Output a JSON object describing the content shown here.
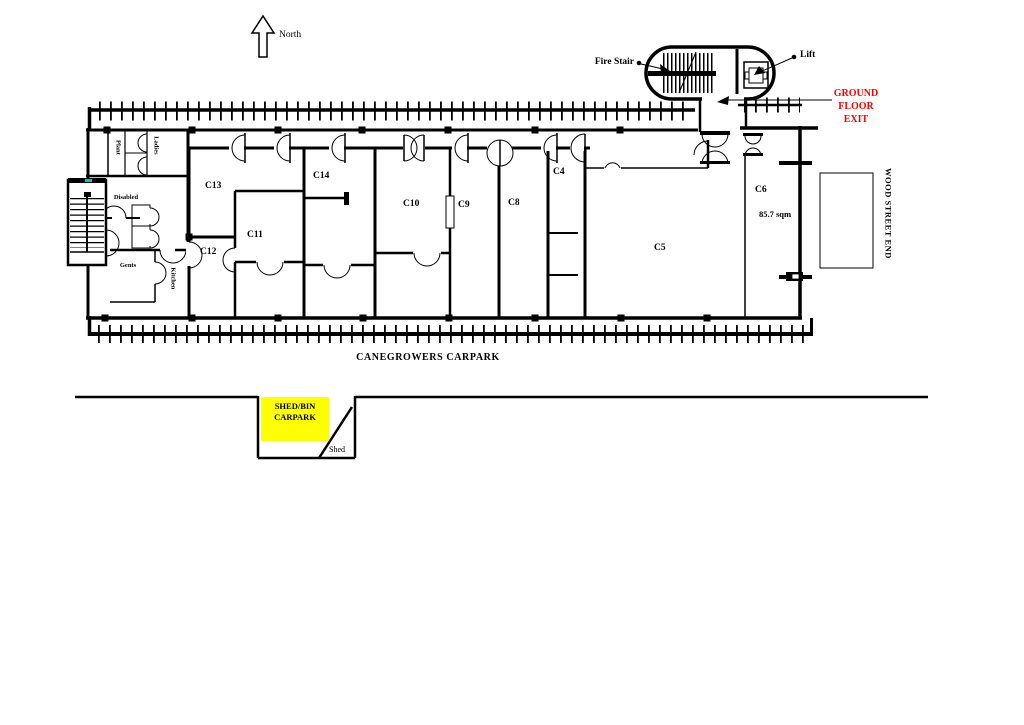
{
  "colors": {
    "exit_text": "#FF0000",
    "shed_carpark_bg": "#FFFF00",
    "plan_lines": "#000000",
    "stair_marker": "#00C8C8"
  },
  "compass": {
    "label": "North"
  },
  "stair_tower": {
    "fire_stair_label": "Fire Stair",
    "lift_label": "Lift"
  },
  "exit_sign": {
    "label": "GROUND\nFLOOR\nEXIT"
  },
  "rooms": {
    "c4": {
      "label": "C4"
    },
    "c5": {
      "label": "C5"
    },
    "c6": {
      "label": "C6",
      "area": "85.7 sqm"
    },
    "c8": {
      "label": "C8"
    },
    "c9": {
      "label": "C9"
    },
    "c10": {
      "label": "C10"
    },
    "c11": {
      "label": "C11"
    },
    "c12": {
      "label": "C12"
    },
    "c13": {
      "label": "C13"
    },
    "c14": {
      "label": "C14"
    }
  },
  "service_rooms": {
    "plant": {
      "label": "Plant"
    },
    "ladies": {
      "label": "Ladies"
    },
    "disabled": {
      "label": "Disabled"
    },
    "gents": {
      "label": "Gents"
    },
    "kitchen": {
      "label": "Kitchen"
    }
  },
  "carpark": {
    "label": "CANEGROWERS CARPARK"
  },
  "street": {
    "label": "WOOD STREET END"
  },
  "shed_carpark": {
    "label": "SHED/BIN\nCARPARK"
  },
  "shed": {
    "label": "Shed"
  }
}
